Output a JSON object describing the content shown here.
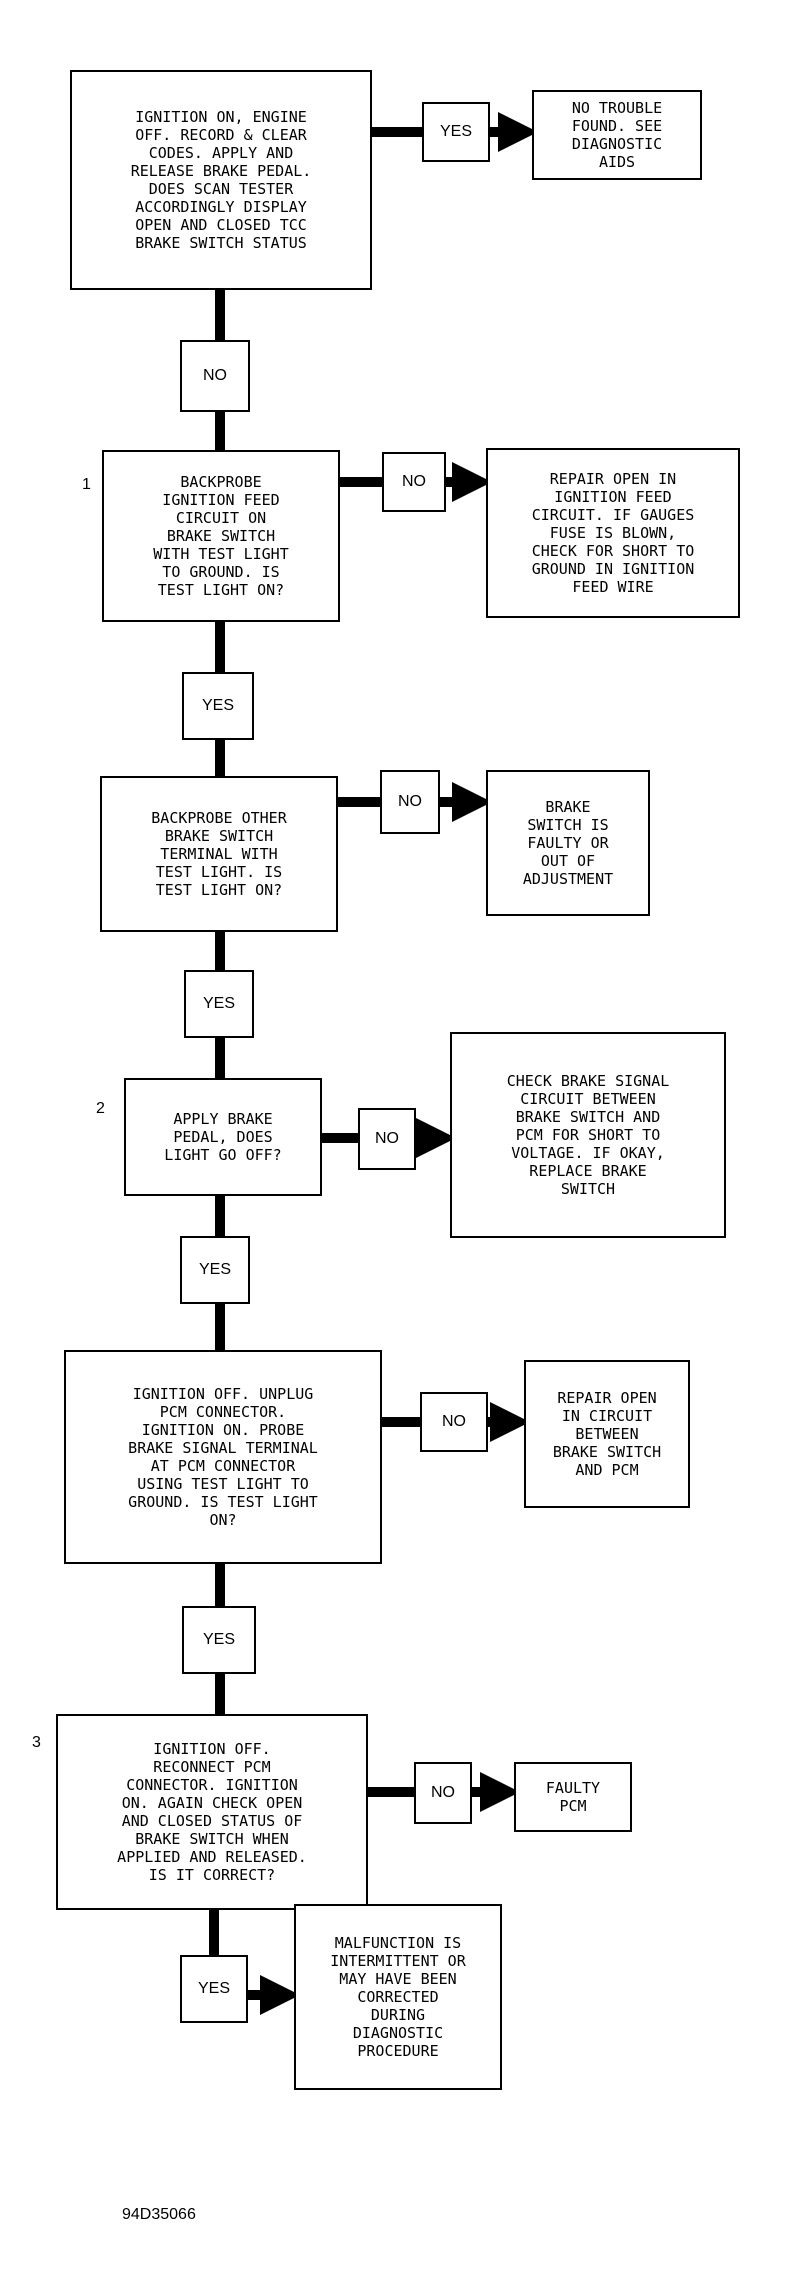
{
  "boxes": {
    "start": "IGNITION ON, ENGINE\nOFF. RECORD & CLEAR\nCODES. APPLY AND\nRELEASE BRAKE PEDAL.\nDOES SCAN TESTER\nACCORDINGLY DISPLAY\nOPEN AND CLOSED TCC\nBRAKE SWITCH STATUS",
    "no_trouble": "NO TROUBLE\nFOUND. SEE\nDIAGNOSTIC\nAIDS",
    "backprobe_ignition": "BACKPROBE\nIGNITION FEED\nCIRCUIT ON\nBRAKE SWITCH\nWITH TEST LIGHT\nTO GROUND. IS\nTEST LIGHT ON?",
    "repair_ignition": "REPAIR OPEN IN\nIGNITION FEED\nCIRCUIT. IF GAUGES\nFUSE IS BLOWN,\nCHECK FOR SHORT TO\nGROUND IN IGNITION\nFEED WIRE",
    "backprobe_other": "BACKPROBE OTHER\nBRAKE SWITCH\nTERMINAL WITH\nTEST LIGHT. IS\nTEST LIGHT ON?",
    "switch_faulty": "BRAKE\nSWITCH IS\nFAULTY OR\nOUT OF\nADJUSTMENT",
    "apply_pedal": "APPLY BRAKE\nPEDAL, DOES\nLIGHT GO OFF?",
    "check_signal": "CHECK BRAKE SIGNAL\nCIRCUIT BETWEEN\nBRAKE SWITCH AND\nPCM FOR SHORT TO\nVOLTAGE. IF OKAY,\nREPLACE BRAKE\nSWITCH",
    "unplug_pcm": "IGNITION OFF. UNPLUG\nPCM CONNECTOR.\nIGNITION ON. PROBE\nBRAKE SIGNAL TERMINAL\nAT PCM CONNECTOR\nUSING TEST LIGHT TO\nGROUND. IS TEST LIGHT\nON?",
    "repair_circuit": "REPAIR OPEN\nIN CIRCUIT\nBETWEEN\nBRAKE SWITCH\nAND PCM",
    "reconnect_pcm": "IGNITION OFF.\nRECONNECT PCM\nCONNECTOR. IGNITION\nON. AGAIN CHECK OPEN\nAND CLOSED STATUS OF\nBRAKE SWITCH WHEN\nAPPLIED AND RELEASED.\nIS IT CORRECT?",
    "faulty_pcm": "FAULTY\nPCM",
    "intermittent": "MALFUNCTION IS\nINTERMITTENT OR\nMAY HAVE BEEN\nCORRECTED\nDURING\nDIAGNOSTIC\nPROCEDURE"
  },
  "labels": {
    "yes": "YES",
    "no": "NO"
  },
  "steps": [
    "1",
    "2",
    "3"
  ],
  "figure_id": "94D35066"
}
